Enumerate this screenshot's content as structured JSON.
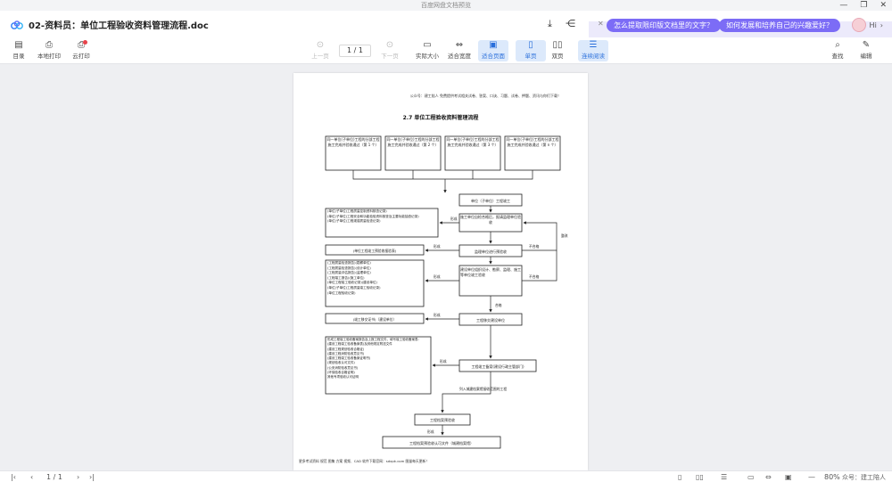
{
  "window": {
    "title": "百度网盘文档预览"
  },
  "header": {
    "doc_title": "02-资料员：单位工程验收资料管理流程.doc"
  },
  "ai": {
    "suggestion_1": "怎么提取限印版文档里的文字？",
    "suggestion_2": "如何发展和培养自己的兴趣爱好？",
    "hi_label": "Hi"
  },
  "toolbar": {
    "catalog": "目录",
    "local_print": "本地打印",
    "cloud_print": "云打印",
    "prev_page": "上一页",
    "page_indicator": "1 / 1",
    "next_page": "下一页",
    "actual_size": "实际大小",
    "fit_width": "适合宽度",
    "fit_page": "适合页面",
    "single_page": "单页",
    "double_page": "双页",
    "continuous": "连续阅读",
    "find": "查找",
    "edit": "编辑"
  },
  "document": {
    "top_note": "公众号：建工陪人 免费提供考试相关试卷、答案、口诀、习题、试卷、押题、资讯与你们下载！",
    "heading": "2.7 单位工程验收资料管理流程",
    "top_boxes": [
      "同一单位(子单位)工程的分部工程施工完成并验收通过（第 1 个）",
      "同一单位(子单位)工程的分部工程施工完成并验收通过（第 2 个）",
      "同一单位(子单位)工程的分部工程施工完成并验收通过（第 3 个）",
      "同一单位(子单位)工程的分部工程施工完成并验收通过（第 n 个）"
    ],
    "completion": "单位（子单位）工程竣工",
    "self_check": "施工单位自检合格后，报请监理单位验收",
    "self_check_docs": "(单位(子单位)工程质量控制资料核查记录)\n(单位(子单位)工程安全和功能检验资料核查及主要功能抽查记录)\n(单位(子单位)工程观感质量检查记录)",
    "supervisor_accept": "监理单位进行预验收",
    "supervisor_doc": "(单位工程竣工预验收报验表)",
    "construction_accept": "建设单位组织设计、勘察、监理、施工等单位竣工验收",
    "acceptance_docs": "(工程质量检查报告)(勘察单位)\n(工程质量检查报告)(设计单位)\n(工程质量评估报告)(监理单位)\n(工程竣工报告)(施工单位)\n(单位工程竣工验收记录)(建设单位)\n(单位(子单位)工程质量竣工验收记录)\n(单位工程验收记录)",
    "formed": "形成",
    "unqualified": "不合格",
    "rectify": "整改",
    "qualified": "合格",
    "submit_construction": "工程移交建设单位",
    "transfer_doc": "(竣工移交证书)（建设单位）",
    "filing_docs": "形成工程竣工验收备案报告及上报工程文件，填写竣工验收备案表:\n(建设工程竣工验收备案表)及其他规定附送文件\n(建设工程规划验收合格证)\n(建设工程消防验收意见书)\n(建设工程竣工验收备案证明书)\n(规划验收认可文件)\n(公安消防验收意见书)\n(环保验收合格证明)\n其他专项验收认可证明",
    "filing_step": "工程竣工备案(建设行政主管部门)",
    "archive_note": "列入城建档案馆接收范围的工程",
    "archive_pre": "工程档案预验收",
    "archive_final": "工程档案预验收认可文件（城建档案馆）",
    "footer": "更多考试资料 规范 图集 方案 视频、CAD 软件下载官网：sdxpk.com 图量每天更新！"
  },
  "status": {
    "page_indicator": "1 / 1",
    "zoom": "80%",
    "watermark": "众号：建工陪人"
  }
}
